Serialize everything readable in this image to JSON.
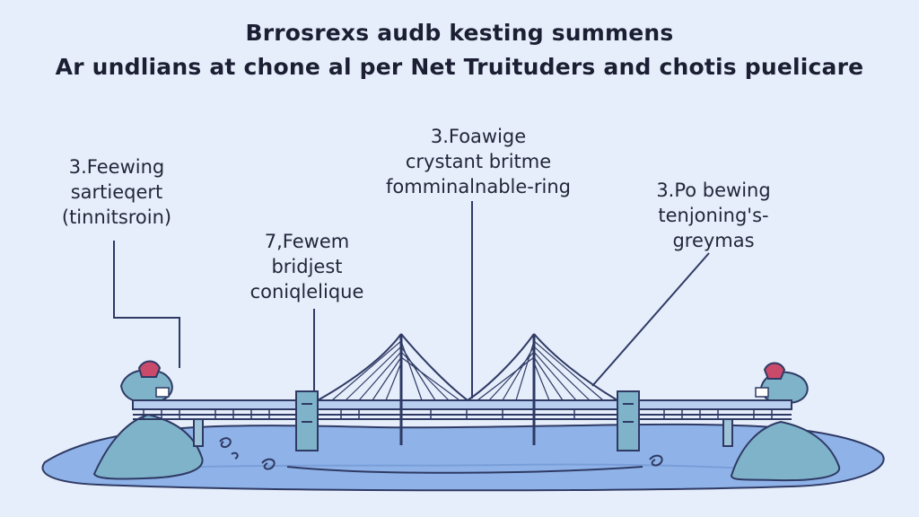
{
  "title": {
    "line1": "Brrosrexs audb kesting summens",
    "line2": "Ar undlians at chone al per Net Truituders and chotis puelicare"
  },
  "labels": {
    "left": [
      "3.Feewing",
      "sartieqert",
      "(tinnitsroin)"
    ],
    "mid_left": [
      "7,Fewem",
      "bridjest",
      "coniqlelique"
    ],
    "center": [
      "3.Foawige",
      "crystant britme",
      "fomminalnable-ring"
    ],
    "right": [
      "3.Po bewing",
      "tenjoning's-",
      "greymas"
    ]
  },
  "colors": {
    "background": "#e6eefb",
    "water": "#8fb3e8",
    "island": "#7fb3c9",
    "bridge": "#2f3a64"
  }
}
